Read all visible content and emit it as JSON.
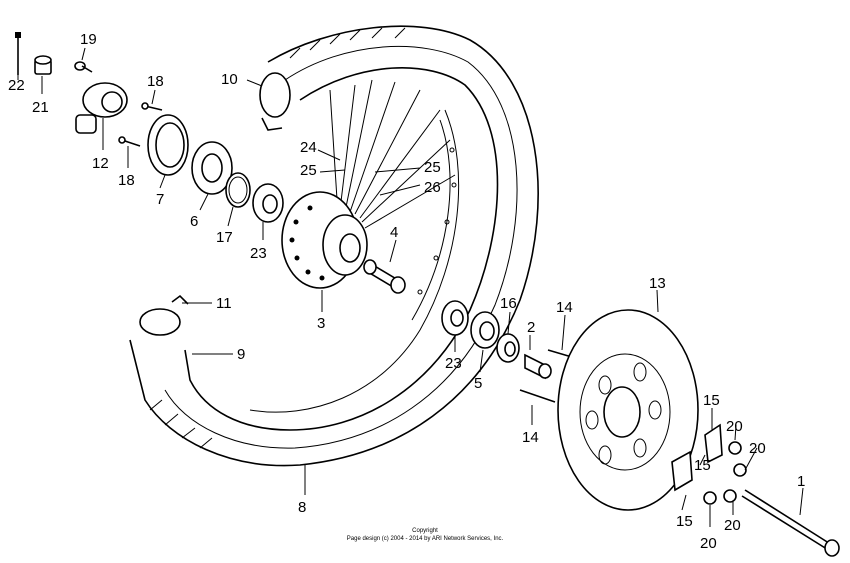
{
  "diagram": {
    "labels": [
      "22",
      "21",
      "19",
      "12",
      "18",
      "18",
      "7",
      "6",
      "17",
      "23",
      "10",
      "24",
      "25",
      "25",
      "26",
      "4",
      "3",
      "11",
      "9",
      "8",
      "23",
      "5",
      "16",
      "2",
      "14",
      "14",
      "13",
      "15",
      "15",
      "15",
      "20",
      "20",
      "20",
      "20",
      "1"
    ],
    "copyright": {
      "line1": "Copyright",
      "line2": "Page design (c) 2004 - 2014 by ARI Network Services, Inc."
    }
  }
}
